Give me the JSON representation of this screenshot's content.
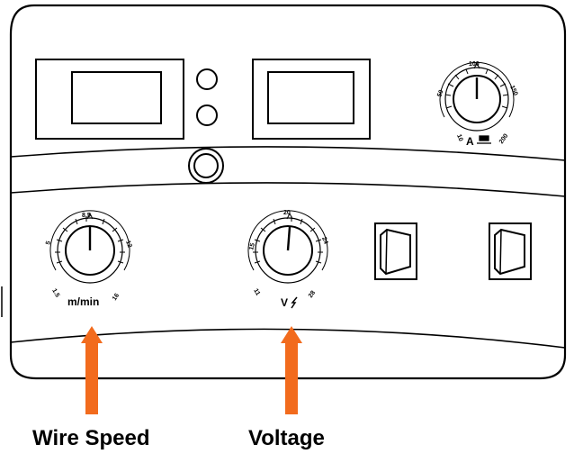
{
  "amperage_knob": {
    "scale_labels": [
      "10",
      "50",
      "100",
      "150",
      "200"
    ],
    "unit_label": "A",
    "icon": "welding-current-icon"
  },
  "wire_speed_knob": {
    "scale_labels": [
      "1.5",
      "5",
      "8.5",
      "12",
      "16"
    ],
    "unit_label": "m/min"
  },
  "voltage_knob": {
    "scale_labels": [
      "11",
      "15",
      "20",
      "24",
      "28"
    ],
    "unit_label": "V",
    "icon": "voltage-bolt-icon"
  },
  "captions": {
    "wire_speed": "Wire Speed",
    "voltage": "Voltage"
  },
  "colors": {
    "arrow": "#f26b1d",
    "outline": "#000000"
  }
}
